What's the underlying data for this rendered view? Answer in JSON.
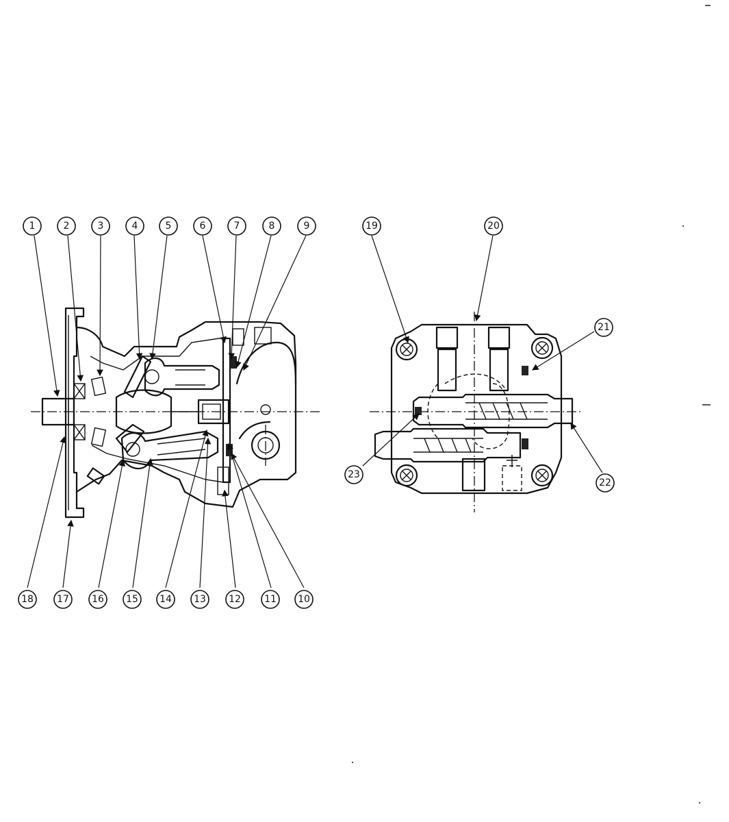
{
  "callouts_left_top": [
    "1",
    "2",
    "3",
    "4",
    "5",
    "6",
    "7",
    "8",
    "9"
  ],
  "callouts_left_bottom": [
    "18",
    "17",
    "16",
    "15",
    "14",
    "13",
    "12",
    "11",
    "10"
  ],
  "callouts_right": [
    "19",
    "20",
    "21",
    "22",
    "23"
  ]
}
